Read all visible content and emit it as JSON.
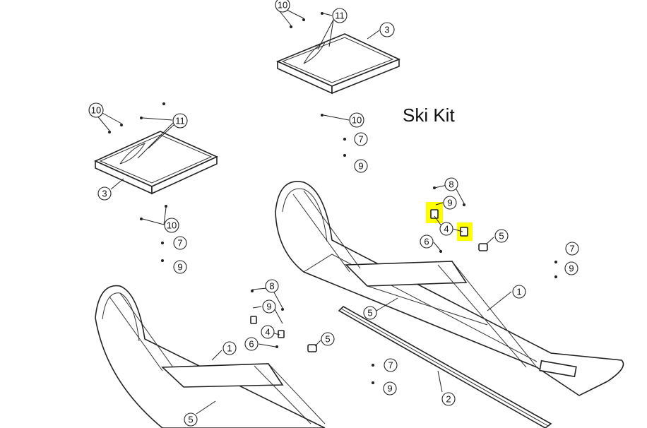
{
  "title": "Ski Kit",
  "highlight_color": "#ffff00",
  "callouts": {
    "c1": "1",
    "c2": "2",
    "c3": "3",
    "c4": "4",
    "c5": "5",
    "c6": "6",
    "c7": "7",
    "c8": "8",
    "c9": "9",
    "c10": "10",
    "c11": "11"
  }
}
